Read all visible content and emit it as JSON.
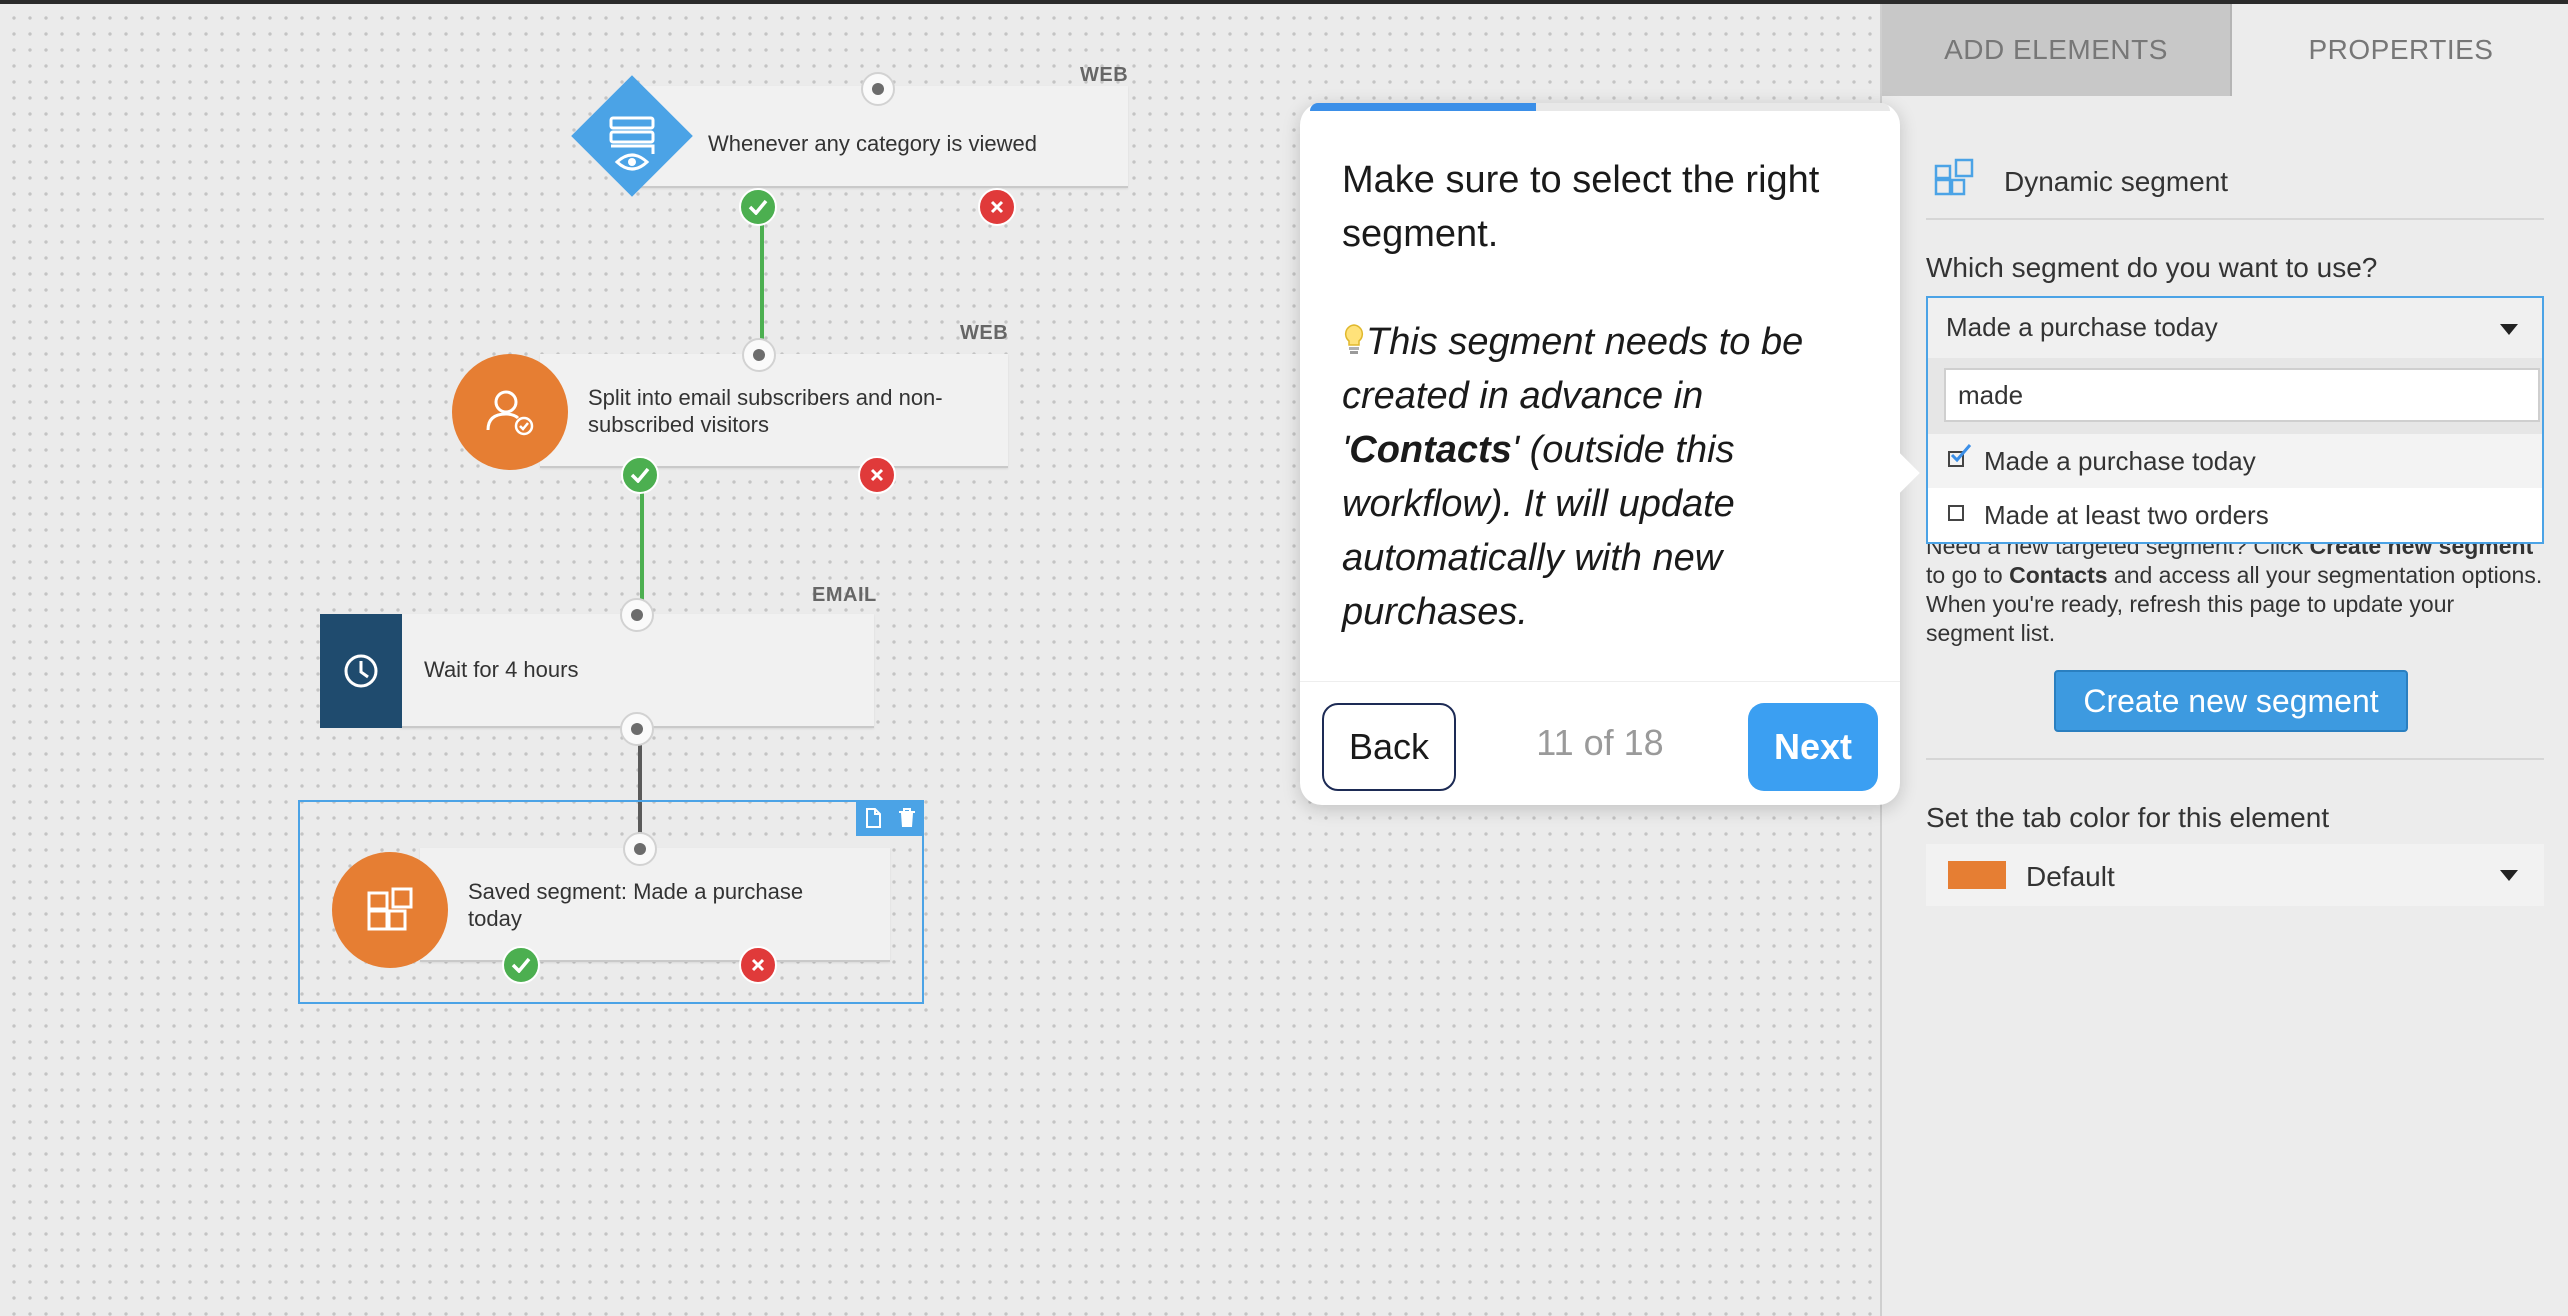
{
  "colors": {
    "accent_blue": "#4ba3e6",
    "orange": "#e67e33",
    "navy": "#1f4b6e",
    "success": "#4caf50",
    "danger": "#e03a3a",
    "next_button": "#3b9ff2"
  },
  "workflow": {
    "nodes": [
      {
        "id": "trigger",
        "channel": "WEB",
        "label": "Whenever any category is viewed",
        "icon": "category-viewed-icon"
      },
      {
        "id": "split",
        "channel": "WEB",
        "label": "Split into email subscribers and non-subscribed visitors",
        "icon": "user-check-icon"
      },
      {
        "id": "wait",
        "channel": "EMAIL",
        "label": "Wait for 4 hours",
        "icon": "clock-icon"
      },
      {
        "id": "segment",
        "channel": "",
        "label": "Saved segment: Made a purchase today",
        "icon": "segment-icon"
      }
    ]
  },
  "tour": {
    "progress": 0.39,
    "heading": "Make sure to select the right segment.",
    "tip_pre": "This segment needs to be created in advance in '",
    "tip_bold": "Contacts",
    "tip_post": "' (outside this workflow). It will update automatically with new purchases.",
    "tip_icon": "lightbulb-icon",
    "back_label": "Back",
    "counter": "11 of 18",
    "next_label": "Next"
  },
  "panel": {
    "tabs": [
      {
        "label": "ADD ELEMENTS",
        "active": false
      },
      {
        "label": "PROPERTIES",
        "active": true
      }
    ],
    "element_title": "Dynamic segment",
    "question": "Which segment do you want to use?",
    "dropdown": {
      "selected": "Made a purchase today",
      "search_value": "made",
      "options": [
        {
          "label": "Made a purchase today",
          "checked": true
        },
        {
          "label": "Made at least two orders",
          "checked": false
        }
      ]
    },
    "help": {
      "t1": "Need a new targeted segment? Click ",
      "b1": "Create new segment",
      "t2": " to go to ",
      "b2": "Contacts",
      "t3": " and access all your segmentation options. When you're ready, refresh this page to update your segment list."
    },
    "create_button": "Create new segment",
    "color_label": "Set the tab color for this element",
    "color_value": "Default"
  }
}
